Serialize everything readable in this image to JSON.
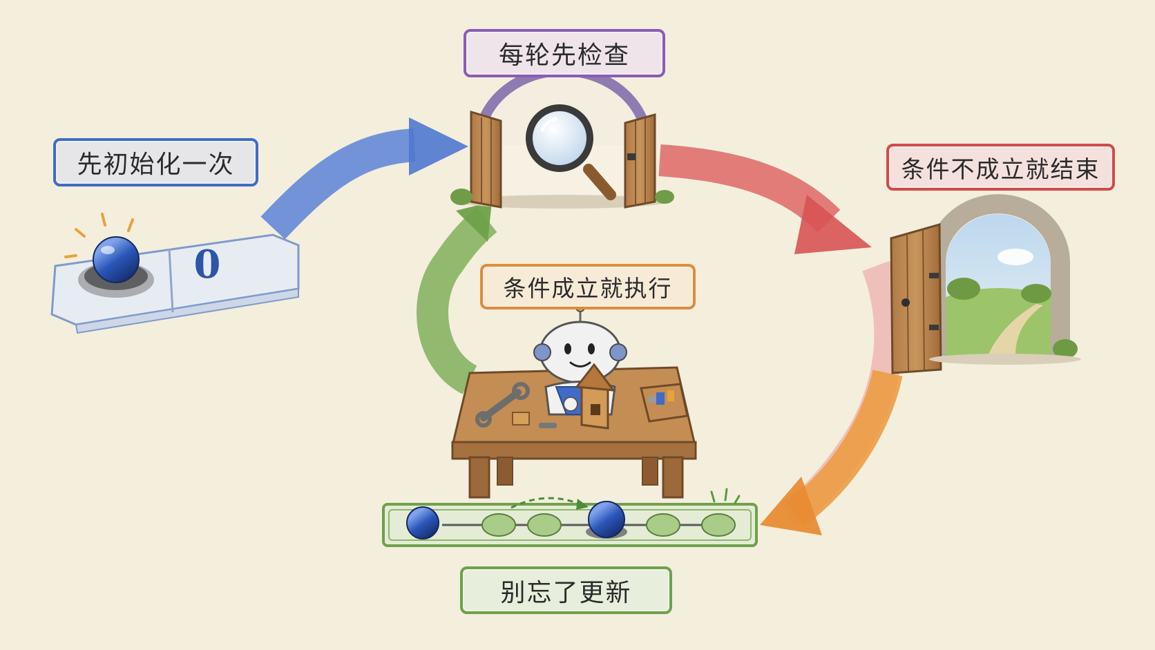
{
  "labels": {
    "init": "先初始化一次",
    "check": "每轮先检查",
    "end": "条件不成立就结束",
    "exec": "条件成立就执行",
    "update": "别忘了更新"
  },
  "counter": {
    "value": "0"
  },
  "colors": {
    "background": "#f4eedd",
    "init": "#3f6cc7",
    "check": "#8a5cb5",
    "end": "#d24a4a",
    "exec": "#e08c3a",
    "loop_back": "#6fa04a",
    "ball": "#2b56b8"
  },
  "icons": [
    "sensor-ball-icon",
    "magnifier-icon",
    "door-icon",
    "robot-icon",
    "tool-box-icon",
    "wrench-icon",
    "bead-track-icon"
  ]
}
